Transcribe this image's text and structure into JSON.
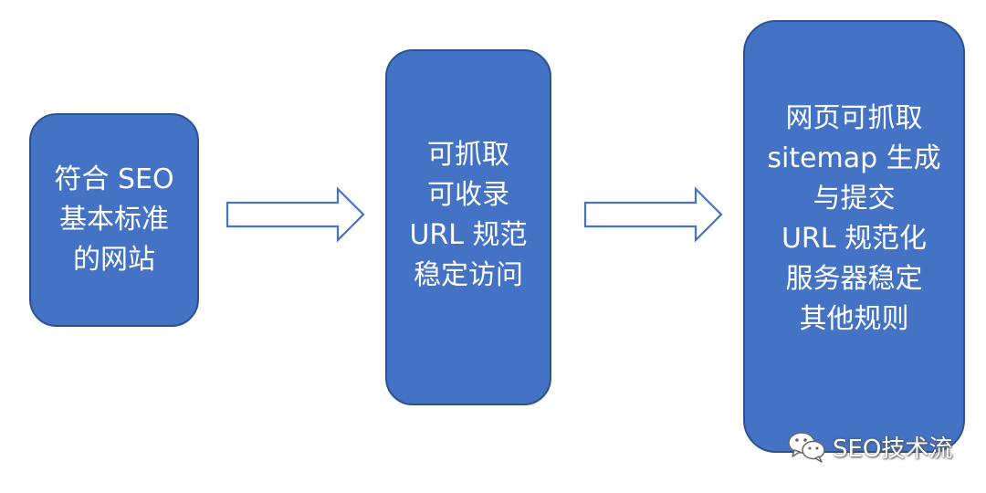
{
  "steps": [
    {
      "lines": [
        "符合 SEO",
        "基本标准",
        "的网站"
      ]
    },
    {
      "lines": [
        "可抓取",
        "可收录",
        "URL 规范",
        "稳定访问"
      ]
    },
    {
      "lines": [
        "网页可抓取",
        "sitemap 生成",
        "与提交",
        "URL 规范化",
        "服务器稳定",
        "其他规则"
      ]
    }
  ],
  "colors": {
    "box_fill": "#4472c4",
    "box_border": "#2f528f",
    "arrow_stroke": "#4472c4"
  },
  "watermark": {
    "icon": "wechat-icon",
    "text": "SEO技术流"
  }
}
